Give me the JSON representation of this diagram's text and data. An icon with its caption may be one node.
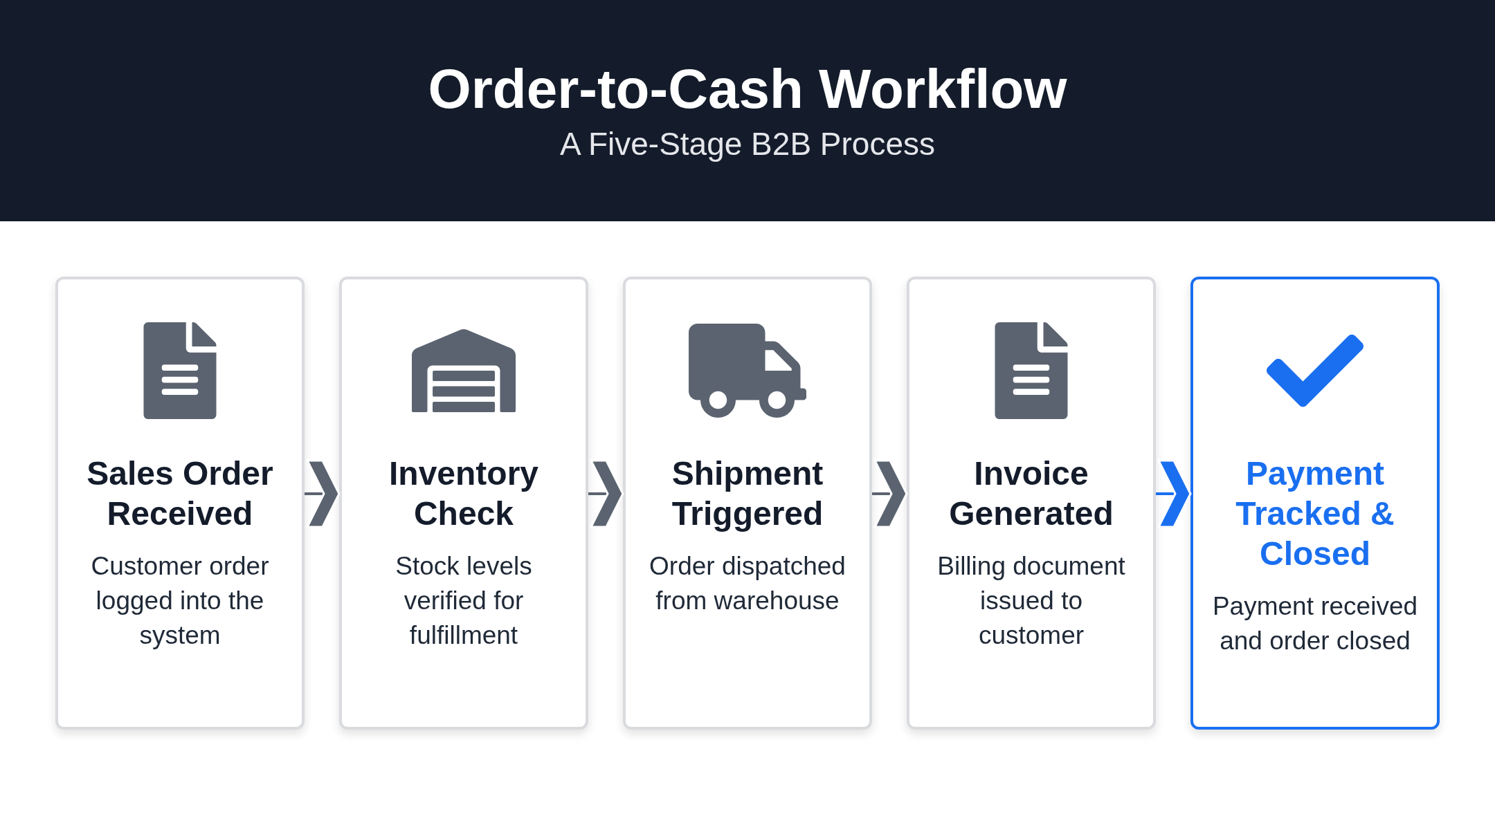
{
  "diagram": {
    "title": "Order-to-Cash Workflow",
    "caption": "A Five-Stage B2B Process",
    "nodes": [
      {
        "text": [
          "Sales Order Received",
          "Customer order logged into the system"
        ]
      },
      {
        "text": [
          "Inventory Check",
          "Stock levels verified for fulfillment"
        ]
      },
      {
        "text": [
          "Shipment Triggered",
          "Order dispatched from warehouse"
        ]
      },
      {
        "text": [
          "Invoice Generated",
          "Billing document issued to customer"
        ]
      },
      {
        "text": [
          "Payment Tracked & Closed",
          "Payment received and order closed"
        ]
      }
    ],
    "edges": [
      {
        "from": 0,
        "to": 1,
        "arrow": "to"
      },
      {
        "from": 1,
        "to": 2,
        "arrow": "to"
      },
      {
        "from": 2,
        "to": 3,
        "arrow": "to"
      },
      {
        "from": 3,
        "to": 4,
        "arrow": "to",
        "color": "#1a6ff0"
      }
    ]
  }
}
